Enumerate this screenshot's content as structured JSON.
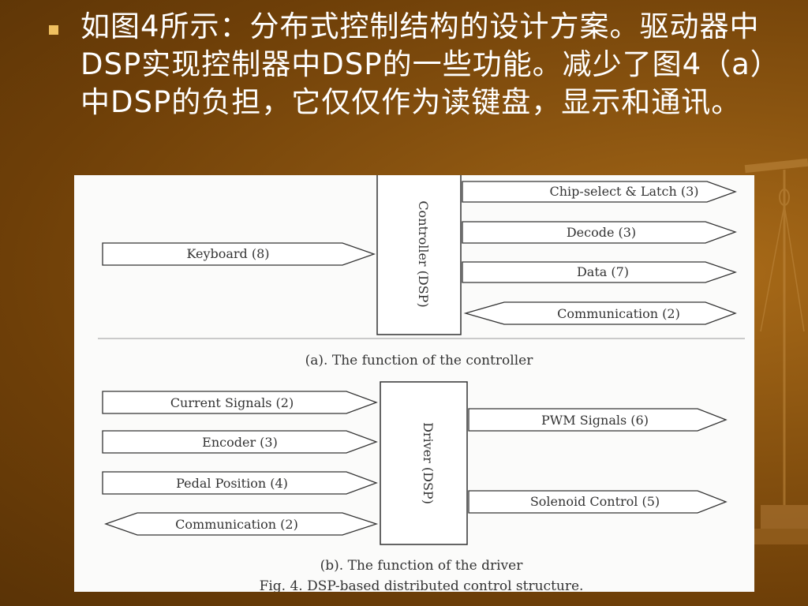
{
  "bullet": {
    "text": "如图4所示：分布式控制结构的设计方案。驱动器中DSP实现控制器中DSP的一些功能。减少了图4（a）中DSP的负担，它仅仅作为读键盘，显示和通讯。"
  },
  "figure": {
    "part_a": {
      "center_label": "Controller (DSP)",
      "inputs": [
        "Keyboard (8)"
      ],
      "outputs": [
        "Chip-select & Latch (3)",
        "Decode (3)",
        "Data (7)",
        "Communication (2)"
      ],
      "caption": "(a). The function of the controller"
    },
    "part_b": {
      "center_label": "Driver (DSP)",
      "inputs": [
        "Current Signals (2)",
        "Encoder (3)",
        "Pedal Position (4)",
        "Communication (2)"
      ],
      "outputs": [
        "PWM Signals (6)",
        "Solenoid Control (5)"
      ],
      "caption": "(b). The function of the driver"
    },
    "title": "Fig. 4. DSP-based distributed control structure."
  },
  "colors": {
    "background": "#8a5410",
    "bullet_mark": "#f0c060",
    "text": "#ffffff"
  }
}
